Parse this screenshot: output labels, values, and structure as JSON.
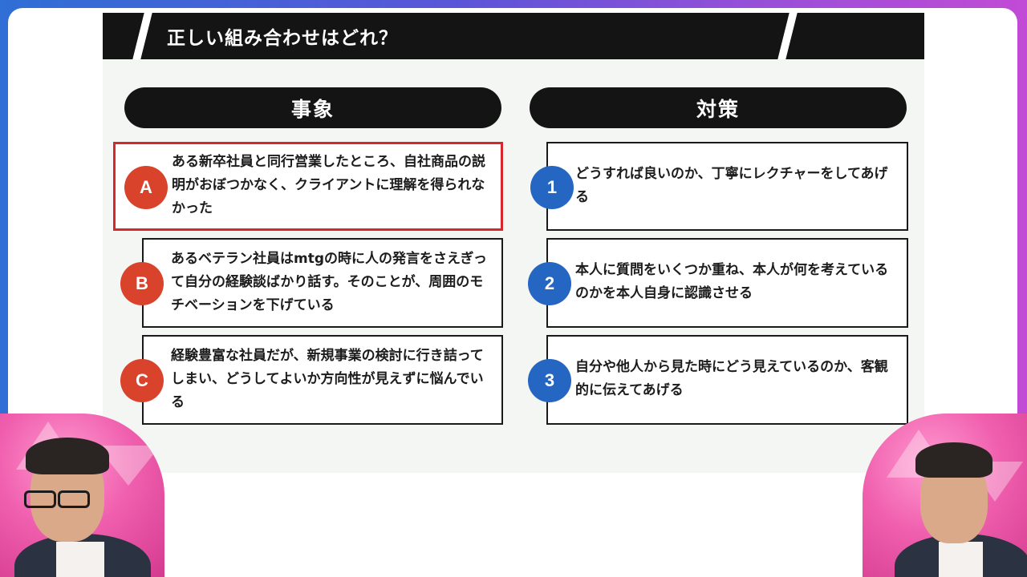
{
  "title": "正しい組み合わせはどれ？",
  "columns": {
    "left_header": "事象",
    "right_header": "対策"
  },
  "cases": [
    {
      "marker": "A",
      "text": "ある新卒社員と同行営業したところ、自社商品の説明がおぼつかなく、クライアントに理解を得られなかった",
      "selected": true
    },
    {
      "marker": "B",
      "text": "あるベテラン社員はmtgの時に人の発言をさえぎって自分の経験談ばかり話す。そのことが、周囲のモチベーションを下げている",
      "selected": false
    },
    {
      "marker": "C",
      "text": "経験豊富な社員だが、新規事業の検討に行き詰ってしまい、どうしてよいか方向性が見えずに悩んでいる",
      "selected": false
    }
  ],
  "measures": [
    {
      "marker": "1",
      "text": "どうすれば良いのか、丁寧にレクチャーをしてあげる"
    },
    {
      "marker": "2",
      "text": "本人に質問をいくつか重ね、本人が何を考えているのかを本人自身に認識させる"
    },
    {
      "marker": "3",
      "text": "自分や他人から見た時にどう見えているのか、客観的に伝えてあげる"
    }
  ],
  "colors": {
    "selected_border": "#d8262e",
    "case_marker": "#d9432c",
    "measure_marker": "#2466c2",
    "title_bar": "#141414"
  }
}
